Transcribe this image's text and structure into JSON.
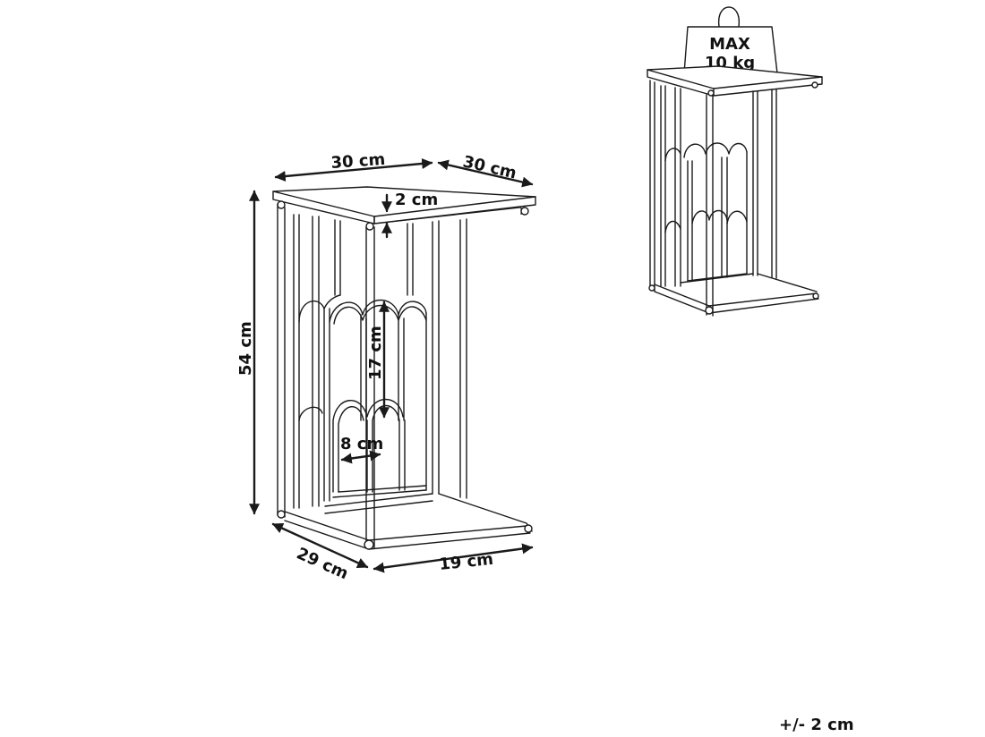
{
  "dimensions": {
    "top_width": "30 cm",
    "top_depth": "30 cm",
    "top_thickness": "2 cm",
    "height": "54 cm",
    "arch_height": "17 cm",
    "arch_width": "8 cm",
    "base_depth": "29 cm",
    "base_width": "19 cm"
  },
  "weight": {
    "line1": "MAX",
    "line2": "10 kg"
  },
  "tolerance": "+/- 2 cm"
}
